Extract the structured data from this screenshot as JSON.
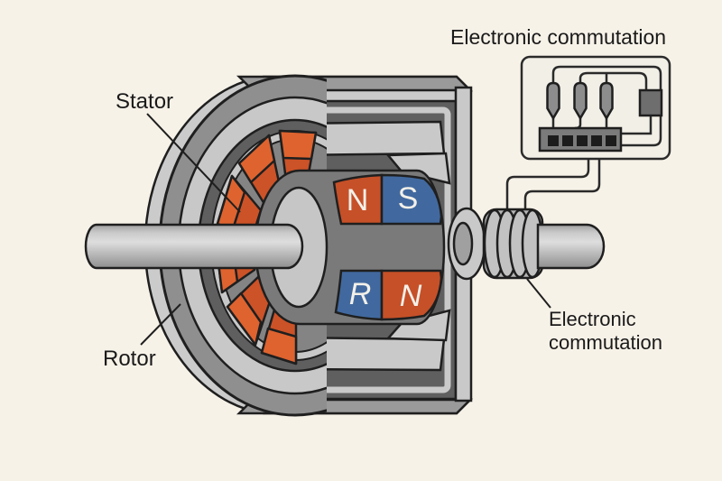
{
  "title": {
    "text": "Electronic commutation"
  },
  "labels": {
    "stator": "Stator",
    "rotor": "Rotor",
    "ec_line1": "Electronic",
    "ec_line2": "commutation"
  },
  "magnets": {
    "top_left": "N",
    "top_right": "S",
    "bottom_left": "R",
    "bottom_right": "N"
  },
  "colors": {
    "background": "#f7f2e8",
    "magnet_orange": "#c65028",
    "magnet_blue": "#41699f",
    "coil_orange": "#cc5227",
    "coil_orange_light": "#de632f",
    "housing_light": "#cbcbcb",
    "housing_medium": "#9a9a9a",
    "interior_dark": "#5f5f5f",
    "outline": "#1f1f1f"
  }
}
